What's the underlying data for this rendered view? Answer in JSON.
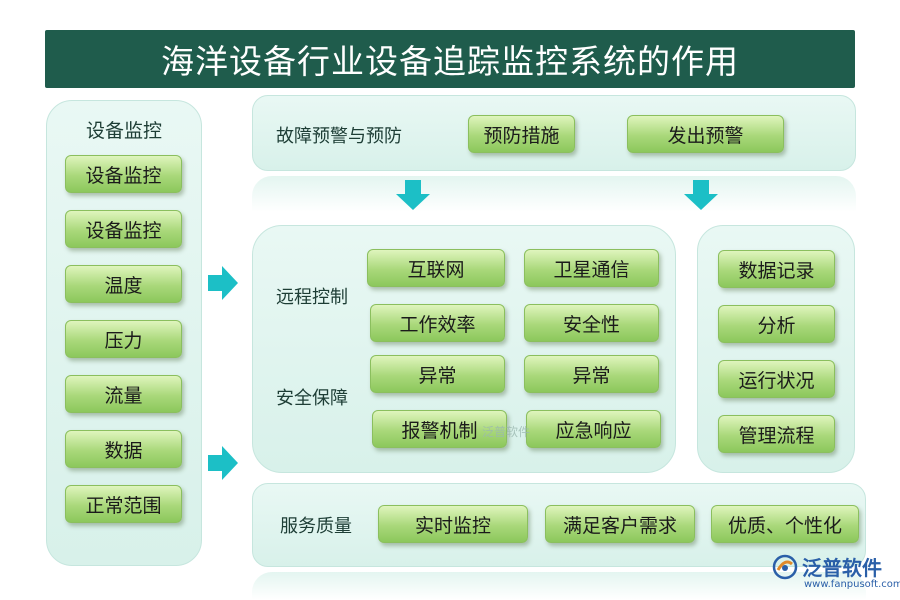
{
  "title": "海洋设备行业设备追踪监控系统的作用",
  "left_panel": {
    "heading": "设备监控",
    "items": [
      "设备监控",
      "设备监控",
      "温度",
      "压力",
      "流量",
      "数据",
      "正常范围"
    ]
  },
  "top_panel": {
    "label": "故障预警与预防",
    "buttons": [
      "预防措施",
      "发出预警"
    ]
  },
  "center_panel": {
    "labels": [
      "远程控制",
      "安全保障"
    ],
    "buttons": [
      "互联网",
      "卫星通信",
      "工作效率",
      "安全性",
      "异常",
      "异常",
      "报警机制",
      "应急响应"
    ]
  },
  "right_panel": {
    "buttons": [
      "数据记录",
      "分析",
      "运行状况",
      "管理流程"
    ]
  },
  "bottom_panel": {
    "label": "服务质量",
    "buttons": [
      "实时监控",
      "满足客户需求",
      "优质、个性化"
    ]
  },
  "watermark": "泛普软件",
  "logo": {
    "name": "泛普软件",
    "url": "www.fanpusoft.com"
  },
  "colors": {
    "title_bg": "#1f5c4c",
    "panel_bg": "#dff4ee",
    "button_green": "#a9d87a",
    "arrow": "#1cbfc6",
    "logo_blue": "#2a5fa8"
  }
}
